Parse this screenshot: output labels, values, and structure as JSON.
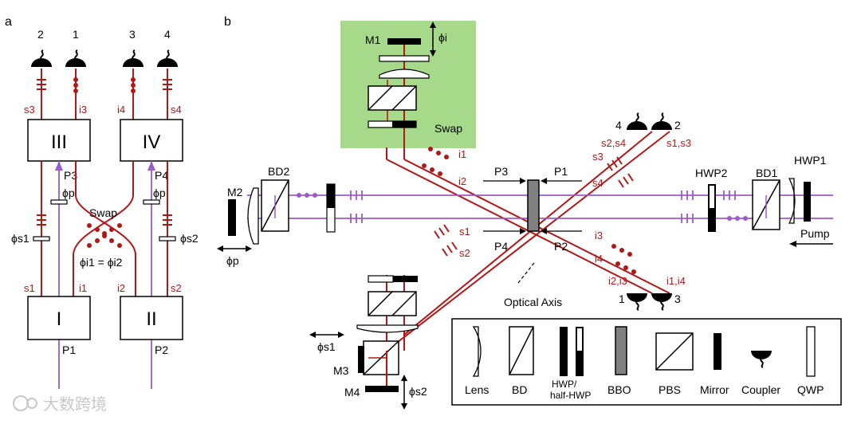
{
  "panel_a": {
    "letter": "a",
    "detectors": [
      "2",
      "1",
      "3",
      "4"
    ],
    "modes": [
      "s3",
      "i3",
      "i4",
      "s4"
    ],
    "box_upper_left": "III",
    "box_upper_right": "IV",
    "box_lower_left": "I",
    "box_lower_right": "II",
    "p3": "P3",
    "p4": "P4",
    "phi_p_left": "ϕp",
    "phi_p_right": "ϕp",
    "swap": "Swap",
    "phi_s1": "ϕs1",
    "phi_s2": "ϕs2",
    "phi_i": "ϕi1 = ϕi2",
    "lower_modes": [
      "s1",
      "i1",
      "i2",
      "s2"
    ],
    "p1": "P1",
    "p2": "P2"
  },
  "panel_b": {
    "letter": "b",
    "m1": "M1",
    "phi_i": "ϕi",
    "swap": "Swap",
    "detectors_top": [
      "4",
      "2"
    ],
    "modes_top": [
      "s2,s4",
      "s1,s3"
    ],
    "hwp2": "HWP2",
    "bd1": "BD1",
    "hwp1": "HWP1",
    "bd2": "BD2",
    "m2": "M2",
    "phi_p": "ϕp",
    "beam_labels_upper": [
      "i1",
      "i2",
      "s3",
      "s4"
    ],
    "p3": "P3",
    "p1": "P1",
    "p4": "P4",
    "p2": "P2",
    "beam_labels_lower": [
      "s1",
      "s2",
      "i3",
      "i4"
    ],
    "pump": "Pump",
    "modes_bottom": [
      "i2,i3",
      "i1,i4"
    ],
    "detectors_bottom": [
      "1",
      "3"
    ],
    "optical_axis": "Optical Axis",
    "phi_s1": "ϕs1",
    "m3": "M3",
    "m4": "M4",
    "phi_s2": "ϕs2"
  },
  "legend": {
    "items": [
      "Lens",
      "BD",
      "HWP/ half-HWP",
      "BBO",
      "PBS",
      "Mirror",
      "Coupler",
      "QWP"
    ],
    "hwp_line1": "HWP/",
    "hwp_line2": "half-HWP"
  },
  "watermark": "大数跨境",
  "colors": {
    "signal": "#b01818",
    "pump": "#9b59c9",
    "swap_bg": "#a6d98a",
    "bbo": "#808080"
  }
}
